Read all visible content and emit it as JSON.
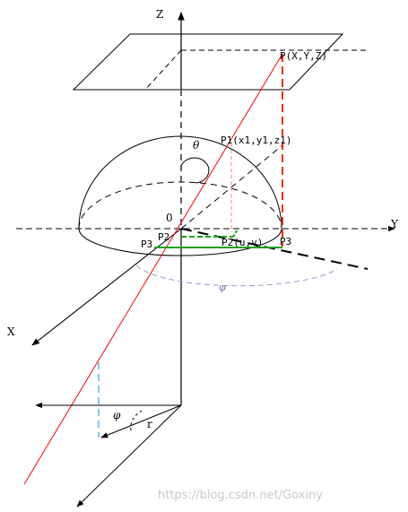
{
  "diagram": {
    "labels": {
      "z_axis": "Z",
      "y_axis": "Y",
      "x_axis": "X",
      "origin": "0",
      "theta": "θ",
      "phi_upper": "φ",
      "phi_lower": "φ",
      "r": "r",
      "p_point": "P(X,Y,Z)",
      "p1_point": "P1(x1,y1,z1)",
      "p2_point": "P2(u,v)",
      "p2_short": "P2",
      "p3_left": "P3",
      "p3_right": "P3"
    },
    "colors": {
      "axis": "#000000",
      "ray": "#ff0000",
      "projection_dash": "#ff2a00",
      "p1_drop": "#ff8080",
      "green": "#1aa31a",
      "phi_arc": "#9a9ac8",
      "blue_dash": "#4fb3e8"
    },
    "watermark": "https://blog.csdn.net/Goxiny"
  }
}
